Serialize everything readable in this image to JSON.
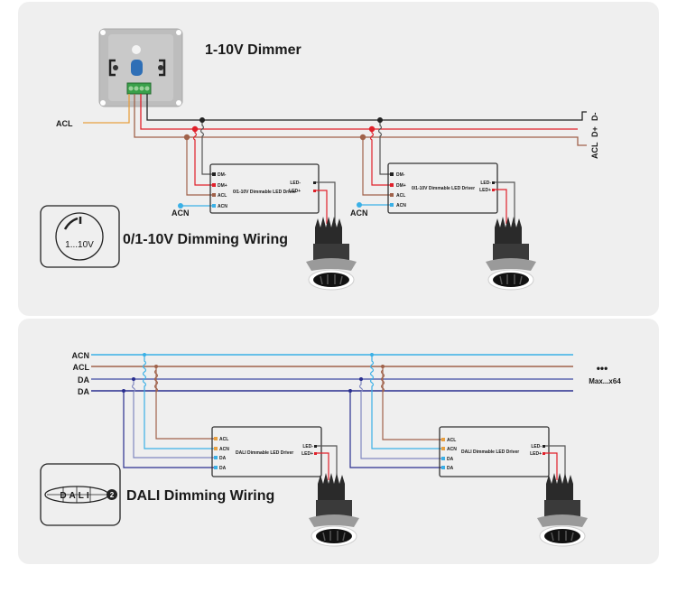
{
  "colors": {
    "panel_bg": "#efefef",
    "black_wire": "#222222",
    "red_wire": "#e0202a",
    "brown_wire": "#a0624a",
    "orange_wire": "#e8a040",
    "light_blue_wire": "#3ab0e6",
    "gray_blue_wire": "#8088c0",
    "navy_wire": "#2a2f8f",
    "gray_wire": "#555555"
  },
  "section_1010v": {
    "dimmer_title": "1-10V Dimmer",
    "dimmer_device": "1-10V DIMMER wall module",
    "input_label": "ACL",
    "bus_labels": [
      "D-",
      "D+",
      "ACL"
    ],
    "heading": "0/1-10V Dimming Wiring",
    "badge_icon": "1-10v-knob-icon",
    "badge_text": "1...10V",
    "drivers": [
      {
        "name": "0/1-10V Dimmable LED Driver",
        "inputs": [
          "DM-",
          "DM+",
          "ACL",
          "ACN"
        ],
        "outputs": [
          "LED-",
          "LED+"
        ],
        "neutral_label": "ACN"
      },
      {
        "name": "0/1-10V Dimmable LED Driver",
        "inputs": [
          "DM-",
          "DM+",
          "ACL",
          "ACN"
        ],
        "outputs": [
          "LED-",
          "LED+"
        ],
        "neutral_label": "ACN"
      }
    ]
  },
  "section_dali": {
    "bus_labels": [
      "ACN",
      "ACL",
      "DA",
      "DA"
    ],
    "more_indicator": "•••",
    "max_label": "Max...x64",
    "heading": "DALI Dimming Wiring",
    "badge_icon": "dali-2-logo-icon",
    "badge_text": "DALI",
    "badge_suffix": "2",
    "drivers": [
      {
        "name": "DALI Dimmable LED Driver",
        "inputs": [
          "ACL",
          "ACN",
          "DA",
          "DA"
        ],
        "outputs": [
          "LED-",
          "LED+"
        ]
      },
      {
        "name": "DALI Dimmable LED Driver",
        "inputs": [
          "ACL",
          "ACN",
          "DA",
          "DA"
        ],
        "outputs": [
          "LED-",
          "LED+"
        ]
      }
    ]
  }
}
